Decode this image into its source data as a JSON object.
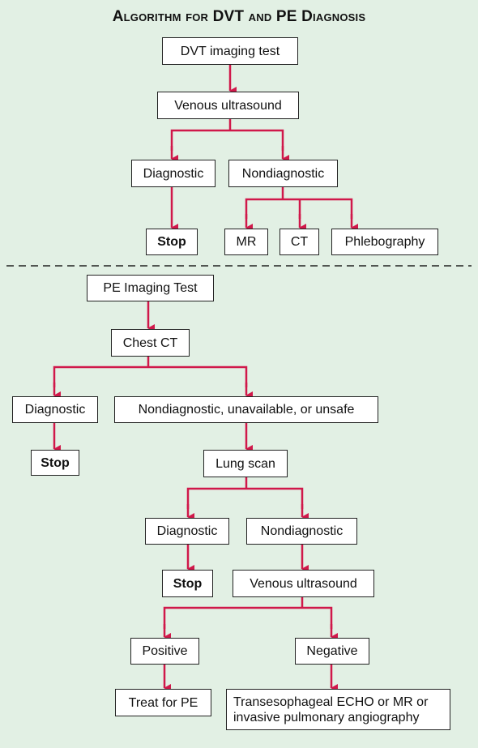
{
  "title": "Algorithm for DVT and PE Diagnosis",
  "colors": {
    "background": "#e2f0e4",
    "arrow": "#d0184a",
    "box_border": "#222222",
    "divider": "#222222"
  },
  "dvt": {
    "start": "DVT imaging test",
    "venous_ultrasound": "Venous ultrasound",
    "diagnostic": "Diagnostic",
    "nondiagnostic": "Nondiagnostic",
    "stop": "Stop",
    "mr": "MR",
    "ct": "CT",
    "phlebography": "Phlebography"
  },
  "pe": {
    "start": "PE Imaging Test",
    "chest_ct": "Chest CT",
    "diagnostic_1": "Diagnostic",
    "nondiagnostic_unavailable": "Nondiagnostic, unavailable, or unsafe",
    "stop_1": "Stop",
    "lung_scan": "Lung scan",
    "diagnostic_2": "Diagnostic",
    "nondiagnostic_2": "Nondiagnostic",
    "stop_2": "Stop",
    "venous_ultrasound": "Venous ultrasound",
    "positive": "Positive",
    "negative": "Negative",
    "treat": "Treat for PE",
    "final_line1": "Transesophageal ECHO or MR or",
    "final_line2": "invasive pulmonary angiography"
  }
}
